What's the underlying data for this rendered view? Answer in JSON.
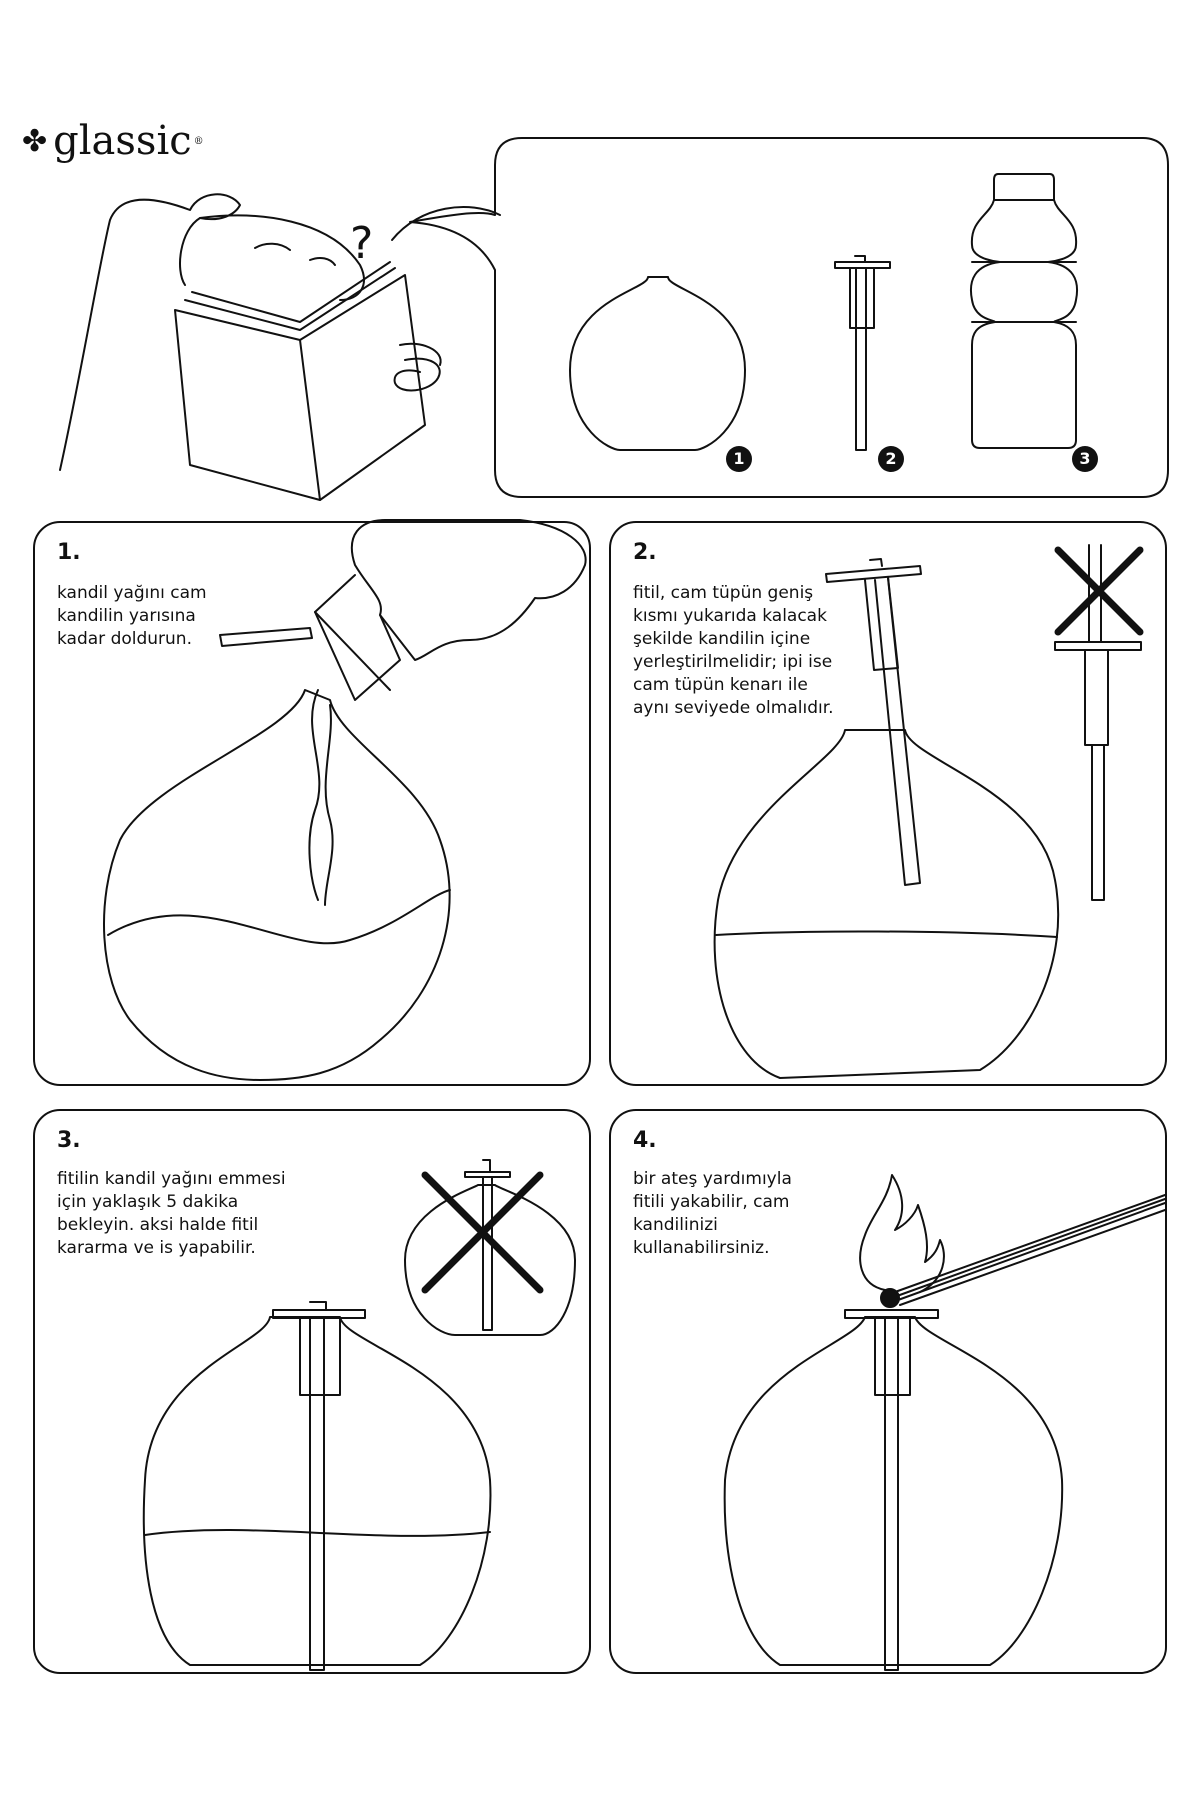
{
  "brand": {
    "name": "glassic",
    "registered": "®"
  },
  "intro": {
    "question_mark": "?",
    "items": [
      {
        "badge": "1",
        "icon": "glass-lamp-icon"
      },
      {
        "badge": "2",
        "icon": "wick-tube-icon"
      },
      {
        "badge": "3",
        "icon": "oil-bottle-icon"
      }
    ]
  },
  "steps": [
    {
      "number": "1.",
      "lines": [
        "kandil yağını cam",
        "kandilin yarısına",
        "kadar doldurun."
      ]
    },
    {
      "number": "2.",
      "lines": [
        "fitil, cam tüpün geniş",
        "kısmı yukarıda kalacak",
        "şekilde kandilin içine",
        "yerleştirilmelidir; ipi ise",
        "cam tüpün kenarı ile",
        "aynı seviyede olmalıdır."
      ]
    },
    {
      "number": "3.",
      "lines": [
        "fitilin kandil yağını emmesi",
        "için yaklaşık 5 dakika",
        "bekleyin. aksi halde fitil",
        "kararma ve is yapabilir."
      ]
    },
    {
      "number": "4.",
      "lines": [
        "bir ateş yardımıyla",
        "fitili yakabilir, cam",
        "kandilinizi",
        "kullanabilirsiniz."
      ]
    }
  ]
}
